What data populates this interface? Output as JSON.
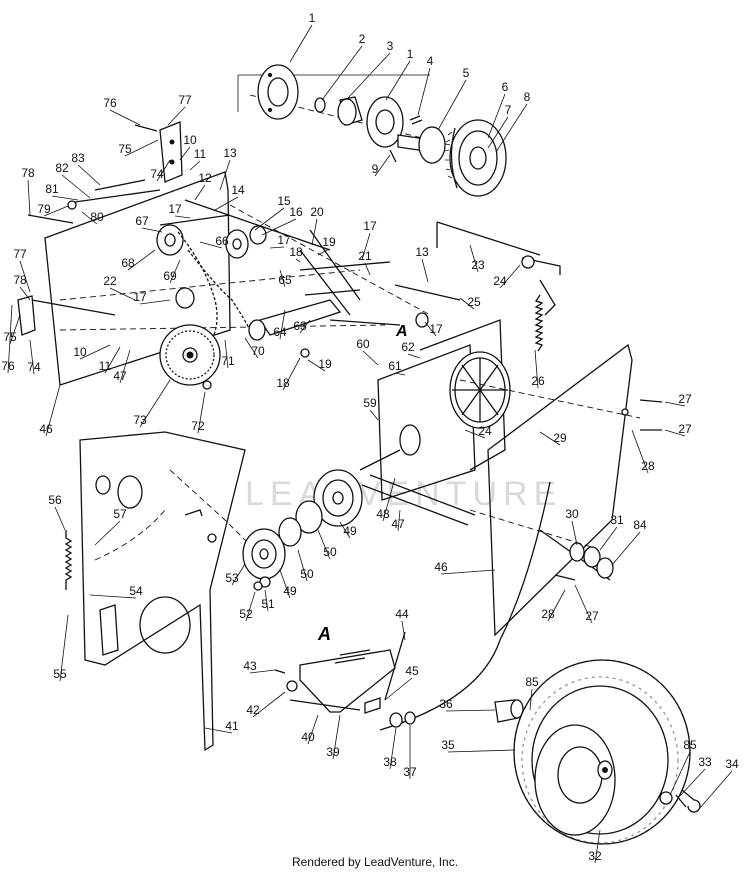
{
  "diagram": {
    "watermark": "LEADVENTURE",
    "credit": "Rendered by LeadVenture, Inc.",
    "section_marker": "A",
    "callouts": [
      {
        "label": "1"
      },
      {
        "label": "2"
      },
      {
        "label": "3"
      },
      {
        "label": "1"
      },
      {
        "label": "4"
      },
      {
        "label": "5"
      },
      {
        "label": "6"
      },
      {
        "label": "7"
      },
      {
        "label": "8"
      },
      {
        "label": "9"
      },
      {
        "label": "76"
      },
      {
        "label": "77"
      },
      {
        "label": "75"
      },
      {
        "label": "74"
      },
      {
        "label": "10"
      },
      {
        "label": "11"
      },
      {
        "label": "13"
      },
      {
        "label": "12"
      },
      {
        "label": "14"
      },
      {
        "label": "15"
      },
      {
        "label": "16"
      },
      {
        "label": "78"
      },
      {
        "label": "82"
      },
      {
        "label": "83"
      },
      {
        "label": "81"
      },
      {
        "label": "79"
      },
      {
        "label": "80"
      },
      {
        "label": "67"
      },
      {
        "label": "17"
      },
      {
        "label": "66"
      },
      {
        "label": "68"
      },
      {
        "label": "69"
      },
      {
        "label": "20"
      },
      {
        "label": "17"
      },
      {
        "label": "21"
      },
      {
        "label": "19"
      },
      {
        "label": "18"
      },
      {
        "label": "17"
      },
      {
        "label": "65"
      },
      {
        "label": "13"
      },
      {
        "label": "23"
      },
      {
        "label": "24"
      },
      {
        "label": "25"
      },
      {
        "label": "77"
      },
      {
        "label": "78"
      },
      {
        "label": "22"
      },
      {
        "label": "17"
      },
      {
        "label": "76"
      },
      {
        "label": "75"
      },
      {
        "label": "74"
      },
      {
        "label": "10"
      },
      {
        "label": "11"
      },
      {
        "label": "47"
      },
      {
        "label": "71"
      },
      {
        "label": "70"
      },
      {
        "label": "64"
      },
      {
        "label": "63"
      },
      {
        "label": "17"
      },
      {
        "label": "62"
      },
      {
        "label": "60"
      },
      {
        "label": "61"
      },
      {
        "label": "18"
      },
      {
        "label": "19"
      },
      {
        "label": "26"
      },
      {
        "label": "46"
      },
      {
        "label": "73"
      },
      {
        "label": "72"
      },
      {
        "label": "59"
      },
      {
        "label": "24"
      },
      {
        "label": "29"
      },
      {
        "label": "27"
      },
      {
        "label": "27"
      },
      {
        "label": "28"
      },
      {
        "label": "56"
      },
      {
        "label": "57"
      },
      {
        "label": "48"
      },
      {
        "label": "47"
      },
      {
        "label": "49"
      },
      {
        "label": "50"
      },
      {
        "label": "53"
      },
      {
        "label": "50"
      },
      {
        "label": "49"
      },
      {
        "label": "51"
      },
      {
        "label": "52"
      },
      {
        "label": "30"
      },
      {
        "label": "31"
      },
      {
        "label": "84"
      },
      {
        "label": "46"
      },
      {
        "label": "28"
      },
      {
        "label": "27"
      },
      {
        "label": "54"
      },
      {
        "label": "55"
      },
      {
        "label": "44"
      },
      {
        "label": "45"
      },
      {
        "label": "43"
      },
      {
        "label": "42"
      },
      {
        "label": "40"
      },
      {
        "label": "39"
      },
      {
        "label": "38"
      },
      {
        "label": "37"
      },
      {
        "label": "41"
      },
      {
        "label": "36"
      },
      {
        "label": "85"
      },
      {
        "label": "35"
      },
      {
        "label": "85"
      },
      {
        "label": "33"
      },
      {
        "label": "34"
      },
      {
        "label": "32"
      }
    ]
  }
}
